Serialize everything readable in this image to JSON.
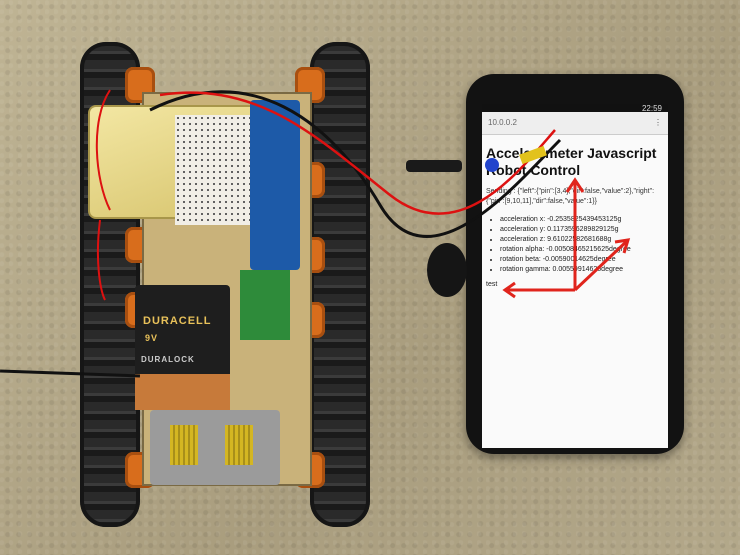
{
  "phone": {
    "status_time": "22:59",
    "url": "10.0.0.2",
    "page_title": "Accelerometer Javascript Robot Control",
    "sending_text": "Sending : {\"left\":{\"pin\":[3,4],\"dir\":false,\"value\":2},\"right\":{\"pin\":[9,10,11],\"dir\":false,\"value\":1}}",
    "readings": [
      "acceleration x: -0.2535825439453125g",
      "acceleration y: 0.1173596289829125g",
      "acceleration z: 9.61022582681688g",
      "rotation alpha: -0.00508465215625degree",
      "rotation beta: -0.00590014625degree",
      "rotation gamma: 0.00559914625degree"
    ],
    "test_label": "test"
  },
  "robot": {
    "battery_brand": "DURACELL",
    "battery_voltage": "9V",
    "battery_strap_text": "DURALOCK"
  },
  "colors": {
    "carpet": "#b5a98a",
    "track": "#2a2a2a",
    "wheel_orange": "#d86d1c",
    "arrow_red": "#e0241c",
    "arduino_blue": "#1d5aa8"
  }
}
